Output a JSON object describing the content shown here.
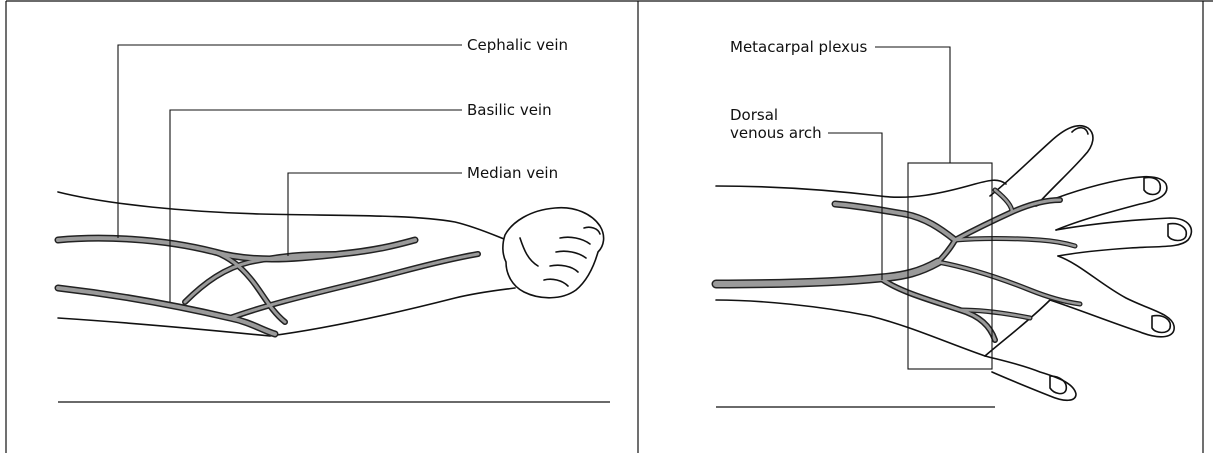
{
  "panels": {
    "left": {
      "labels": {
        "cephalic": "Cephalic vein",
        "basilic": "Basilic vein",
        "median": "Median vein"
      }
    },
    "right": {
      "labels": {
        "metacarpal": "Metacarpal plexus",
        "dorsal_line1": "Dorsal",
        "dorsal_line2": "venous arch"
      }
    }
  },
  "colors": {
    "line": "#111111",
    "vein_outline": "#222222",
    "vein_fill": "#9a9a9a",
    "background": "#ffffff"
  }
}
